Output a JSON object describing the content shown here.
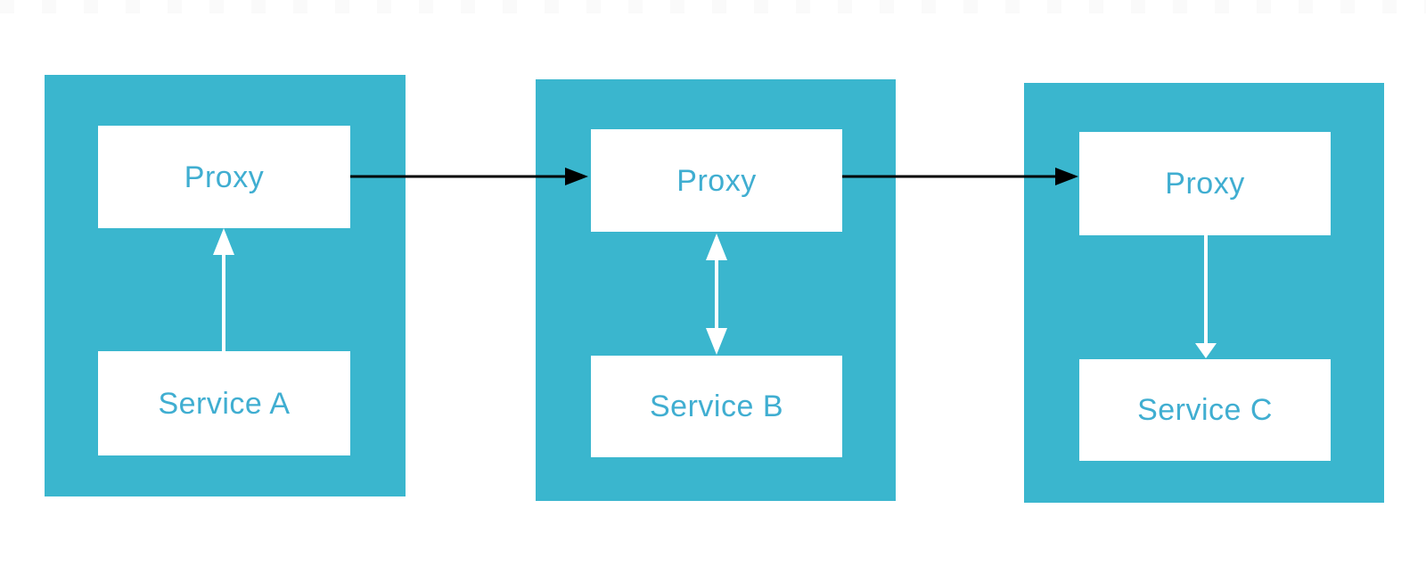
{
  "diagram": {
    "pods": [
      {
        "id": "pod-a",
        "proxy_label": "Proxy",
        "service_label": "Service A"
      },
      {
        "id": "pod-b",
        "proxy_label": "Proxy",
        "service_label": "Service B"
      },
      {
        "id": "pod-c",
        "proxy_label": "Proxy",
        "service_label": "Service C"
      }
    ],
    "arrows": [
      {
        "from": "proxy-a",
        "to": "proxy-b",
        "direction": "right",
        "color": "#000000"
      },
      {
        "from": "proxy-b",
        "to": "proxy-c",
        "direction": "right",
        "color": "#000000"
      },
      {
        "from": "service-a",
        "to": "proxy-a",
        "direction": "up",
        "color": "#ffffff"
      },
      {
        "from": "proxy-b",
        "to": "service-b",
        "direction": "bidirectional",
        "color": "#ffffff"
      },
      {
        "from": "proxy-c",
        "to": "service-c",
        "direction": "down",
        "color": "#ffffff"
      }
    ],
    "colors": {
      "pod_fill": "#3ab6ce",
      "box_fill": "#ffffff",
      "label_text": "#40aed1",
      "arrow_black": "#000000",
      "arrow_white": "#ffffff"
    }
  }
}
